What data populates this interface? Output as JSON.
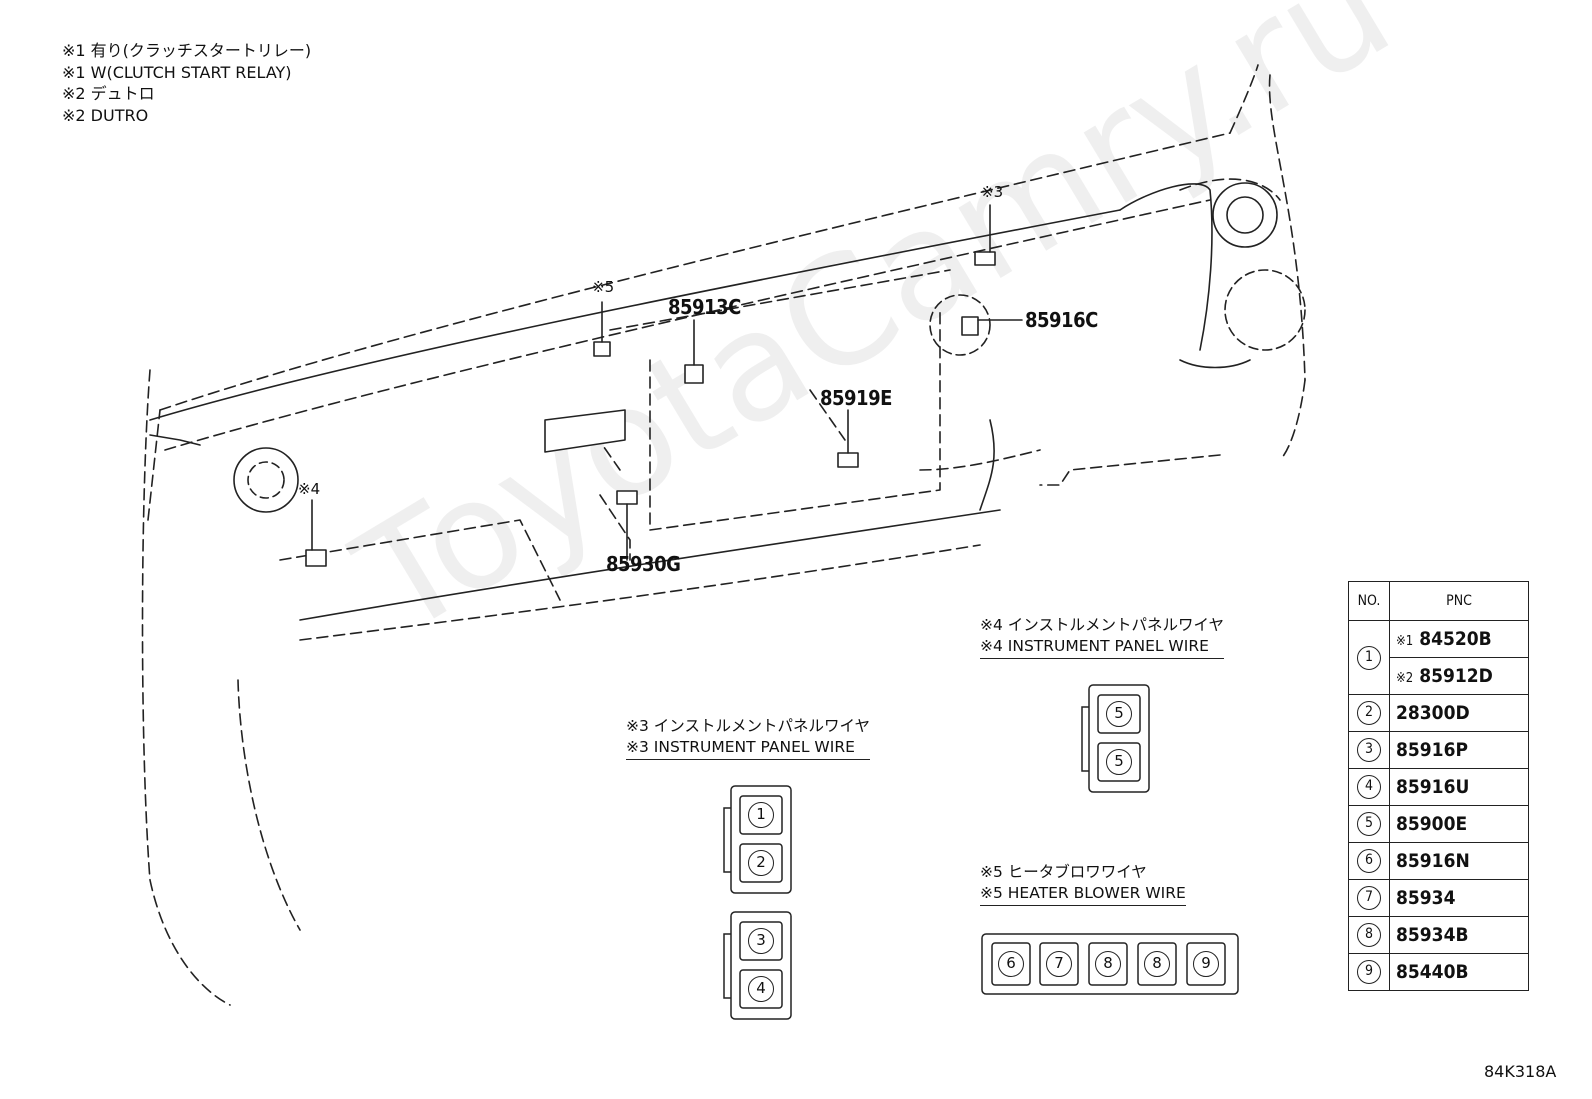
{
  "notes": [
    "※1 有り(クラッチスタートリレー)",
    "※1 W(CLUTCH START RELAY)",
    "※2 デュトロ",
    "※2 DUTRO"
  ],
  "callouts": {
    "c1": "85913C",
    "c2": "85916C",
    "c3": "85919E",
    "c4": "85930G"
  },
  "marks": {
    "m3": "※3",
    "m4": "※4",
    "m5": "※5"
  },
  "wires": {
    "w3": {
      "jp": "※3 インストルメントパネルワイヤ",
      "en": "※3 INSTRUMENT PANEL WIRE"
    },
    "w4": {
      "jp": "※4 インストルメントパネルワイヤ",
      "en": "※4 INSTRUMENT PANEL WIRE"
    },
    "w5": {
      "jp": "※5 ヒータブロワワイヤ",
      "en": "※5 HEATER BLOWER WIRE"
    }
  },
  "connector_numbers": {
    "w3_top": [
      "1",
      "2"
    ],
    "w3_bottom": [
      "3",
      "4"
    ],
    "w4": [
      "5",
      "5"
    ],
    "w5": [
      "6",
      "7",
      "8",
      "8",
      "9"
    ]
  },
  "table": {
    "header_no": "NO.",
    "header_pnc": "PNC",
    "rows": [
      {
        "no": "1",
        "pnc": "84520B",
        "prefix": "※1"
      },
      {
        "no": "1",
        "pnc": "85912D",
        "prefix": "※2"
      },
      {
        "no": "2",
        "pnc": "28300D"
      },
      {
        "no": "3",
        "pnc": "85916P"
      },
      {
        "no": "4",
        "pnc": "85916U"
      },
      {
        "no": "5",
        "pnc": "85900E"
      },
      {
        "no": "6",
        "pnc": "85916N"
      },
      {
        "no": "7",
        "pnc": "85934"
      },
      {
        "no": "8",
        "pnc": "85934B"
      },
      {
        "no": "9",
        "pnc": "85440B"
      }
    ]
  },
  "reference": "84K318A",
  "watermark": "ToyotaCamry.ru"
}
